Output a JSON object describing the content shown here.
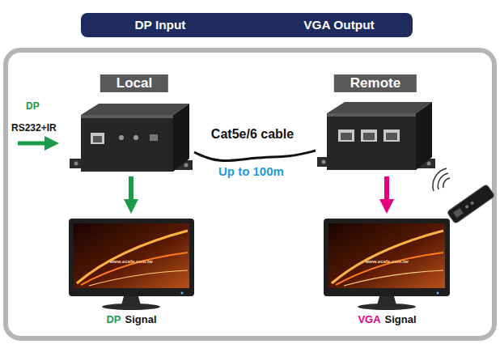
{
  "diagram": {
    "nodes": [
      {
        "text": [
          "DP Input",
          "VGA Output"
        ]
      },
      {
        "text": [
          "Local"
        ]
      },
      {
        "text": [
          "Remote"
        ]
      },
      {
        "text": [
          "DP",
          "Signal"
        ]
      },
      {
        "text": [
          "VGA",
          "Signal"
        ]
      }
    ],
    "edges": [
      {
        "from": 1,
        "to": 3,
        "arrow": "to"
      },
      {
        "from": 2,
        "to": 4,
        "arrow": "to"
      },
      {
        "from": 1,
        "to": 2,
        "arrow": "none",
        "label": "Cat5e/6 cable"
      }
    ],
    "labels": [
      "DP",
      "RS232+IR",
      "Up to 100m",
      "www.ecafe.com.tw",
      "www.ecafe.com.tw"
    ]
  }
}
